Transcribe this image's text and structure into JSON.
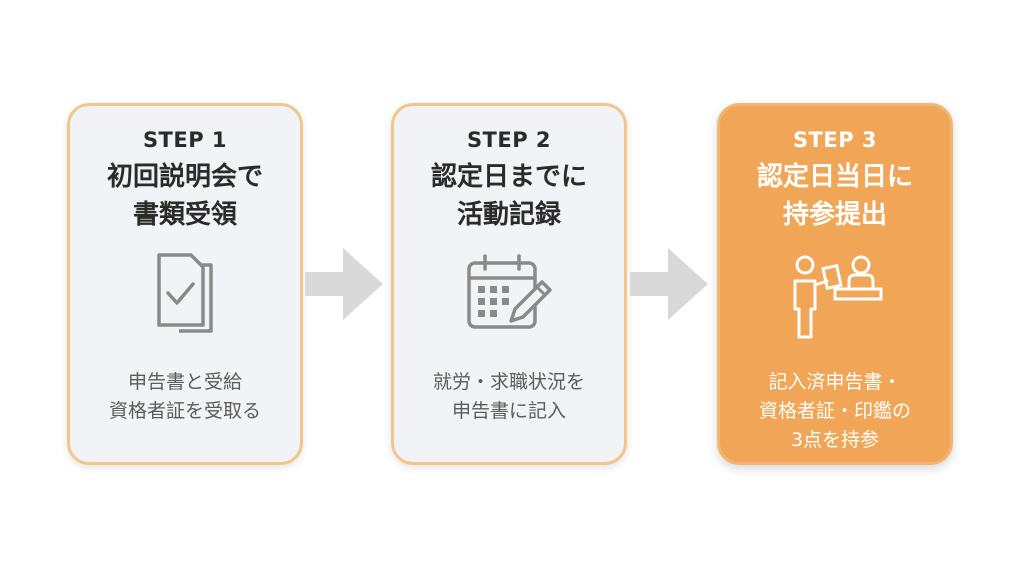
{
  "steps": [
    {
      "step_label": "STEP 1",
      "title_lines": [
        "初回説明会で",
        "書類受領"
      ],
      "icon": "document-check-icon",
      "desc_lines": [
        "申告書と受給",
        "資格者証を受取る"
      ]
    },
    {
      "step_label": "STEP 2",
      "title_lines": [
        "認定日までに",
        "活動記録"
      ],
      "icon": "calendar-pen-icon",
      "desc_lines": [
        "就労・求職状況を",
        "申告書に記入"
      ]
    },
    {
      "step_label": "STEP 3",
      "title_lines": [
        "認定日当日に",
        "持参提出"
      ],
      "icon": "counter-submission-icon",
      "desc_lines": [
        "記入済申告書・",
        "資格者証・印鑑の",
        "3点を持参"
      ]
    }
  ],
  "colors": {
    "card_bg": "#f2f3f6",
    "card_border": "#f3c58b",
    "active_bg": "#f0a656",
    "arrow": "#d9d9d9",
    "icon_gray": "#8a8a8a",
    "text_dark": "#2b2b2b"
  }
}
